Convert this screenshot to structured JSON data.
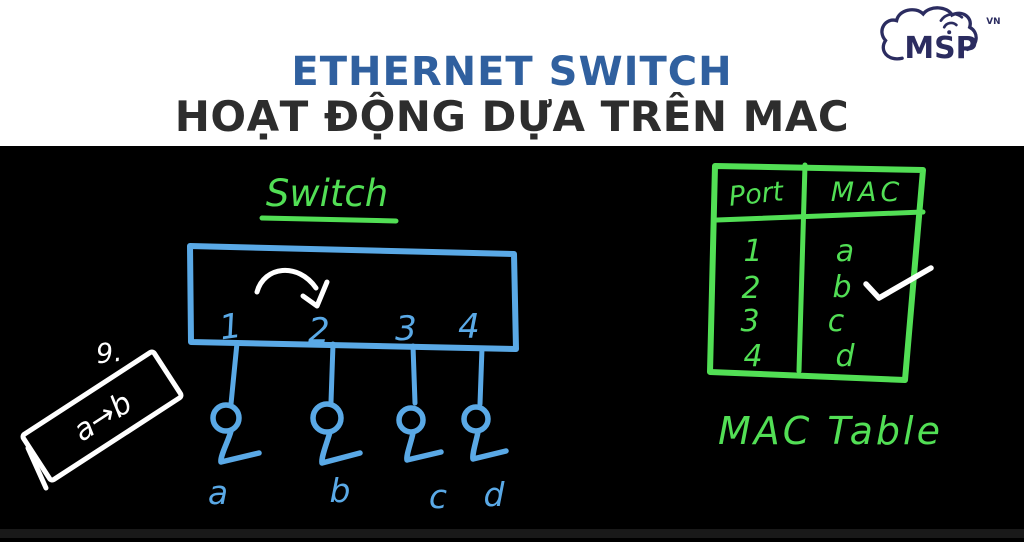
{
  "header": {
    "title": "ETHERNET SWITCH",
    "subtitle": "HOẠT ĐỘNG DỰA TRÊN MAC",
    "colors": {
      "title": "#30609f",
      "subtitle": "#2d2d2d",
      "background": "#ffffff"
    },
    "logo": {
      "name": "MSP",
      "superscript": "VN",
      "color": "#2b2c60"
    }
  },
  "whiteboard": {
    "background": "#000000",
    "switch": {
      "label": "Switch",
      "ports": [
        "1",
        "2",
        "3",
        "4"
      ]
    },
    "devices": [
      "a",
      "b",
      "c",
      "d"
    ],
    "frame": {
      "label": "a→b",
      "annotation": "9."
    },
    "mac_table": {
      "caption": "MAC Table",
      "columns": [
        "Port",
        "MAC"
      ],
      "rows": [
        {
          "port": "1",
          "mac": "a"
        },
        {
          "port": "2",
          "mac": "b"
        },
        {
          "port": "3",
          "mac": "c"
        },
        {
          "port": "4",
          "mac": "d"
        }
      ],
      "checked_mac": "b"
    },
    "colors": {
      "sketch_blue": "#5aa9e6",
      "sketch_green": "#52df55",
      "sketch_white": "#ffffff"
    }
  }
}
